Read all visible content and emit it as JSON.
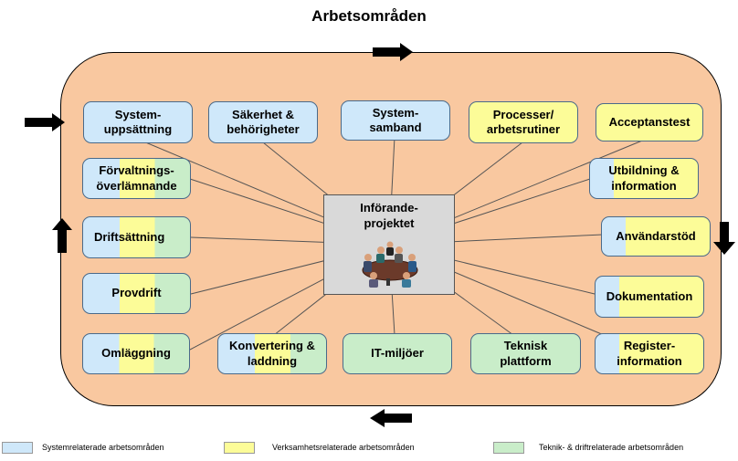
{
  "title": "Arbetsområden",
  "center": {
    "line1": "Införande-",
    "line2": "projektet"
  },
  "boxes": [
    {
      "id": "systemuppsattning",
      "lines": [
        "System-",
        "uppsättning"
      ],
      "colors": [
        "blue"
      ]
    },
    {
      "id": "sakerhet",
      "lines": [
        "Säkerhet &",
        "behörigheter"
      ],
      "colors": [
        "blue"
      ]
    },
    {
      "id": "systemsamband",
      "lines": [
        "System-",
        "samband"
      ],
      "colors": [
        "blue"
      ]
    },
    {
      "id": "processer",
      "lines": [
        "Processer/",
        "arbetsrutiner"
      ],
      "colors": [
        "yellow"
      ]
    },
    {
      "id": "acceptanstest",
      "lines": [
        "Acceptanstest"
      ],
      "colors": [
        "yellow"
      ]
    },
    {
      "id": "forvaltning",
      "lines": [
        "Förvaltnings-",
        "överlämnande"
      ],
      "colors": [
        "blue",
        "yellow",
        "green"
      ]
    },
    {
      "id": "utbildning",
      "lines": [
        "Utbildning &",
        "information"
      ],
      "colors": [
        "blue",
        "yellow"
      ]
    },
    {
      "id": "driftsattning",
      "lines": [
        "Driftsättning"
      ],
      "colors": [
        "blue",
        "yellow",
        "green"
      ]
    },
    {
      "id": "anvandarstod",
      "lines": [
        "Användarstöd"
      ],
      "colors": [
        "blue",
        "yellow"
      ]
    },
    {
      "id": "provdrift",
      "lines": [
        "Provdrift"
      ],
      "colors": [
        "blue",
        "yellow",
        "green"
      ]
    },
    {
      "id": "dokumentation",
      "lines": [
        "Dokumentation"
      ],
      "colors": [
        "blue",
        "yellow"
      ]
    },
    {
      "id": "omlaggning",
      "lines": [
        "Omläggning"
      ],
      "colors": [
        "blue",
        "yellow",
        "green"
      ]
    },
    {
      "id": "konvertering",
      "lines": [
        "Konvertering &",
        "laddning"
      ],
      "colors": [
        "blue",
        "yellow",
        "green"
      ]
    },
    {
      "id": "itmiljoer",
      "lines": [
        "IT-miljöer"
      ],
      "colors": [
        "green"
      ]
    },
    {
      "id": "teknisk",
      "lines": [
        "Teknisk",
        "plattform"
      ],
      "colors": [
        "green"
      ]
    },
    {
      "id": "registerinformation",
      "lines": [
        "Register-",
        "information"
      ],
      "colors": [
        "blue",
        "yellow"
      ]
    }
  ],
  "legend": [
    {
      "label": "Systemrelaterade arbetsområden",
      "color": "#cfe8fa"
    },
    {
      "label": "Verksamhetsrelaterade arbetsområden",
      "color": "#fcfc98"
    },
    {
      "label": "Teknik- & driftrelaterade arbetsområden",
      "color": "#c9edc9"
    }
  ]
}
